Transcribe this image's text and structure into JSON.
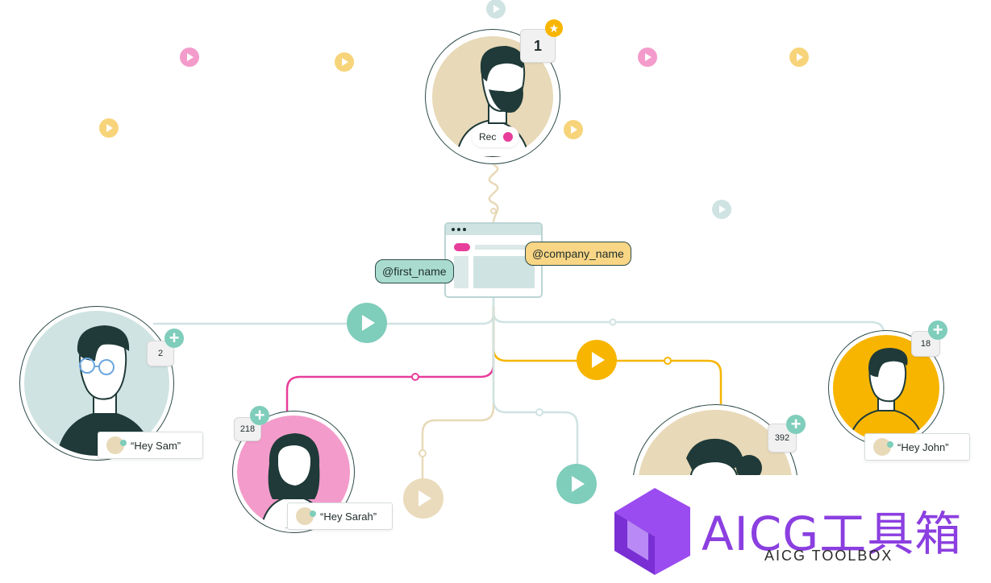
{
  "main_user": {
    "count": "1",
    "rec_label": "Rec"
  },
  "browser_window": {
    "tag_first_name": "@first_name",
    "tag_company_name": "@company_name"
  },
  "recipients": [
    {
      "name": "sam",
      "count": "2",
      "greeting": "“Hey Sam”"
    },
    {
      "name": "sarah",
      "count": "218",
      "greeting": "“Hey Sarah”"
    },
    {
      "name": "bun-woman",
      "count": "392"
    },
    {
      "name": "john",
      "count": "18",
      "greeting": "“Hey John”"
    }
  ],
  "colors": {
    "teal": "#7fcdbb",
    "pink": "#e83e9b",
    "yellow": "#f7b500",
    "beige": "#e8d9b8",
    "line_gray": "#cfe3e2"
  },
  "watermark": {
    "title": "AICG工具箱",
    "subtitle": "AICG TOOLBOX"
  }
}
